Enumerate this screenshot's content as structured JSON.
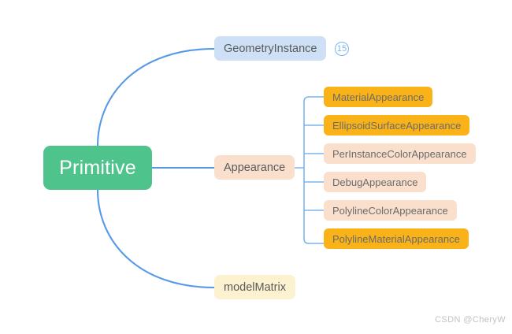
{
  "diagram": {
    "type": "mindmap",
    "root": {
      "label": "Primitive",
      "color": "#4ec38c"
    },
    "branches": [
      {
        "label": "GeometryInstance",
        "color": "#cde0f5",
        "badge": "15",
        "badge_color": "#7cb5f0",
        "children": []
      },
      {
        "label": "Appearance",
        "color": "#fae0cc",
        "children": [
          {
            "label": "MaterialAppearance",
            "color": "#f9b218"
          },
          {
            "label": "EllipsoidSurfaceAppearance",
            "color": "#f9b218"
          },
          {
            "label": "PerInstanceColorAppearance",
            "color": "#fae0cc"
          },
          {
            "label": "DebugAppearance",
            "color": "#fae0cc"
          },
          {
            "label": "PolylineColorAppearance",
            "color": "#fae0cc"
          },
          {
            "label": "PolylineMaterialAppearance",
            "color": "#f9b218"
          }
        ]
      },
      {
        "label": "modelMatrix",
        "color": "#fdf2cf",
        "children": []
      }
    ],
    "edge_color": "#5599e8"
  },
  "watermark": {
    "text": "CSDN @CheryW"
  }
}
